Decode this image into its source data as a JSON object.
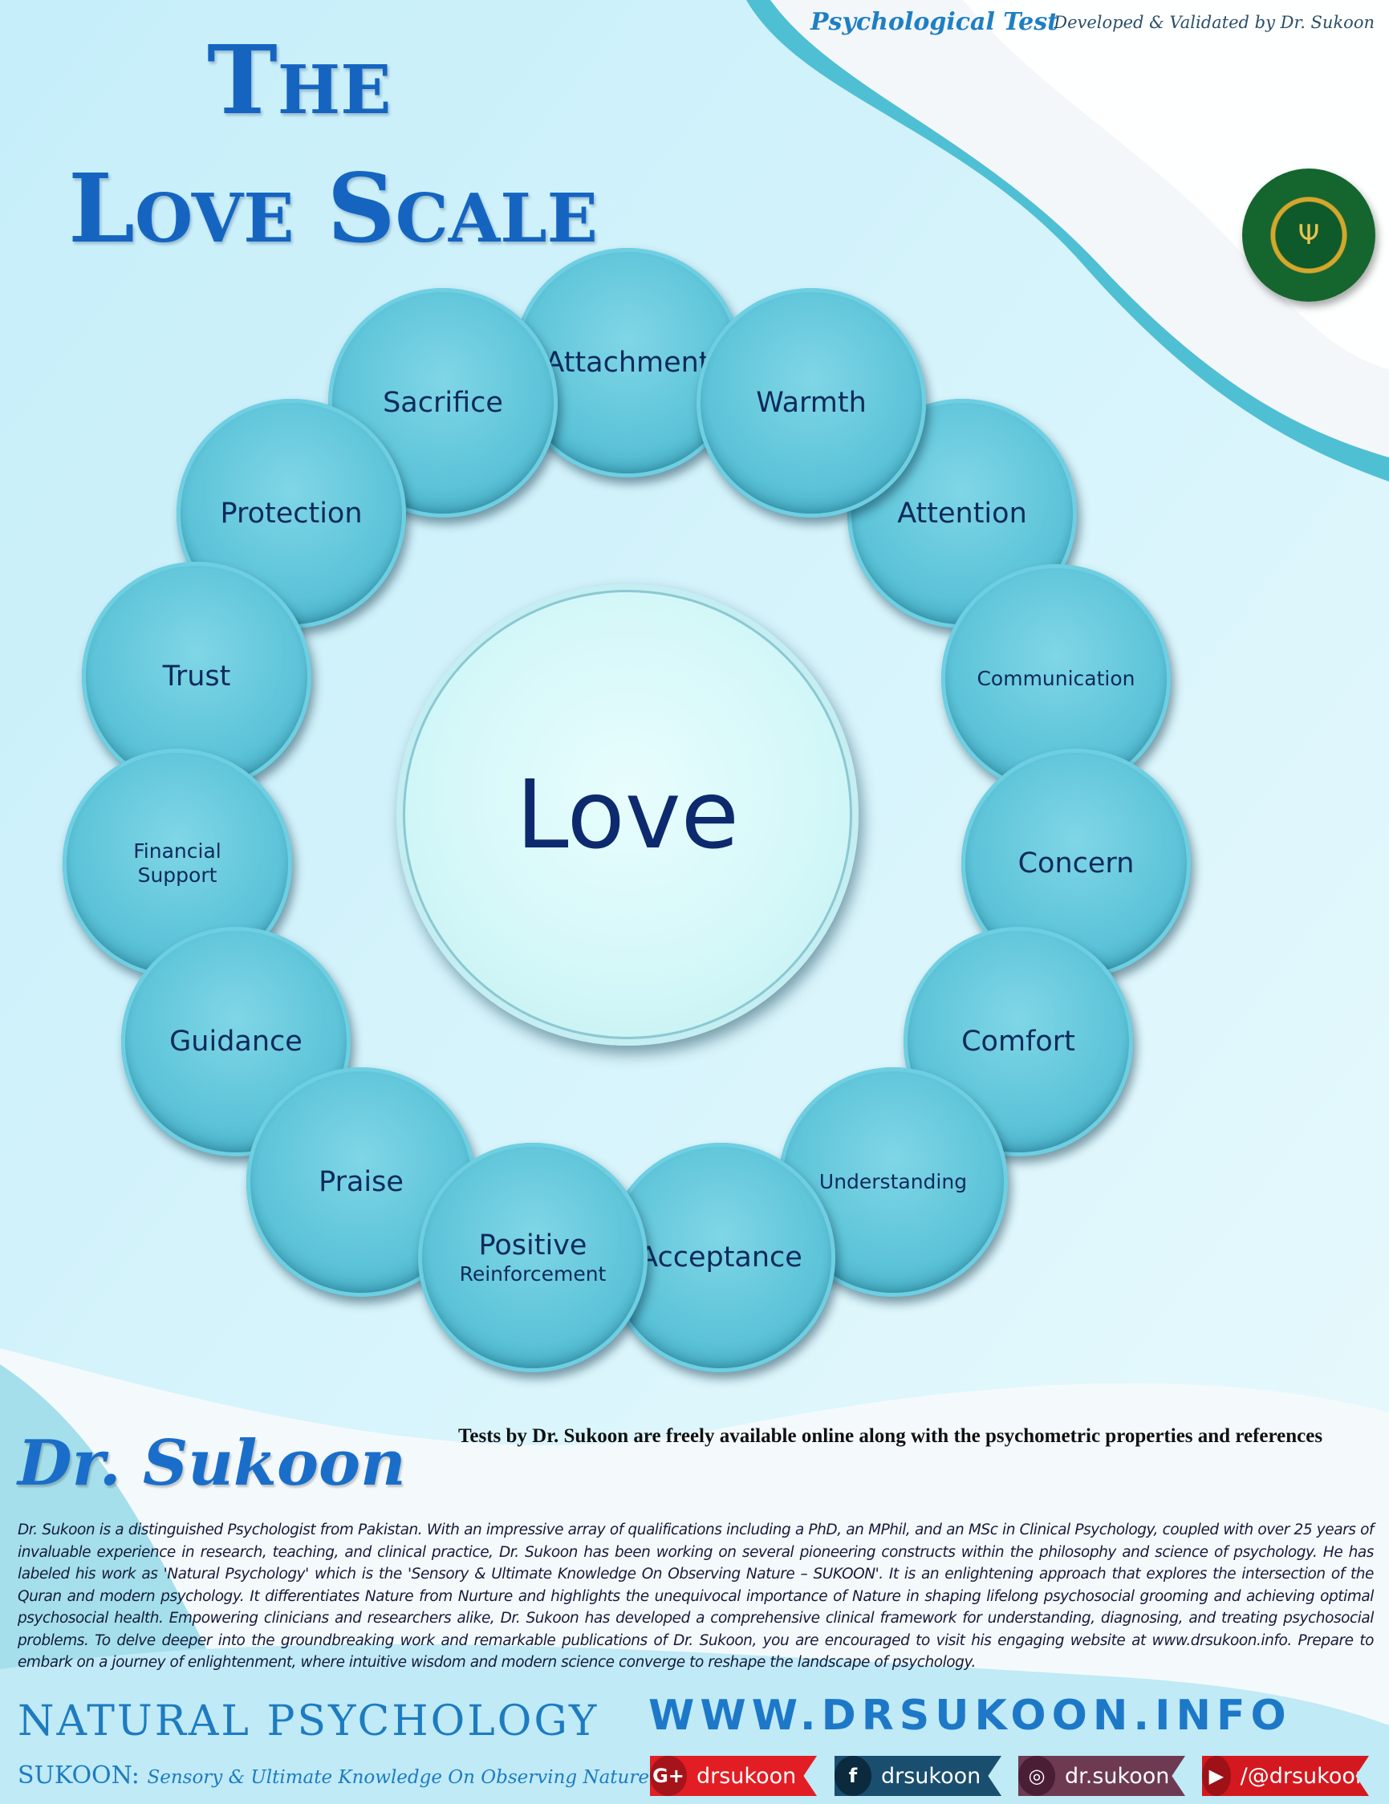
{
  "header": {
    "test_label": "Psychological Test",
    "credit": "Developed & Validated by Dr. Sukoon"
  },
  "title": {
    "line1": "The",
    "line2": "Love Scale"
  },
  "badge": {
    "icon": "emblem-seal"
  },
  "diagram": {
    "center": "Love",
    "nodes": [
      {
        "label": "Attachment"
      },
      {
        "label": "Warmth"
      },
      {
        "label": "Sacrifice"
      },
      {
        "label": "Attention"
      },
      {
        "label": "Protection"
      },
      {
        "label": "Communication"
      },
      {
        "label": "Trust"
      },
      {
        "label": "Concern"
      },
      {
        "label": "Financial Support"
      },
      {
        "label": "Comfort"
      },
      {
        "label": "Guidance"
      },
      {
        "label": "Understanding"
      },
      {
        "label": "Praise"
      },
      {
        "label": "Acceptance"
      },
      {
        "label": "Positive",
        "sub": "Reinforcement"
      }
    ]
  },
  "availability_note": "Tests by Dr. Sukoon are freely available online along with the psychometric properties and references",
  "author": {
    "name": "Dr. Sukoon",
    "bio": "Dr. Sukoon is a distinguished Psychologist from Pakistan. With an impressive array of qualifications including a PhD, an MPhil, and an MSc in Clinical Psychology, coupled with over 25 years of invaluable experience in research, teaching, and clinical practice, Dr. Sukoon has been working on several pioneering constructs within the philosophy and science of psychology. He has labeled his work as 'Natural Psychology' which is the 'Sensory & Ultimate Knowledge On Observing Nature – SUKOON'. It is an enlightening approach that explores the intersection of the Quran and modern psychology. It differentiates Nature from Nurture and highlights the unequivocal importance of Nature in shaping lifelong psychosocial grooming and achieving optimal psychosocial health.   Empowering clinicians and researchers alike, Dr. Sukoon has developed a comprehensive clinical framework for understanding, diagnosing, and treating psychosocial problems. To delve deeper into the groundbreaking work and remarkable publications of Dr. Sukoon, you are encouraged to visit his engaging website at www.drsukoon.info. Prepare to embark on a journey of enlightenment, where intuitive wisdom and modern science converge to reshape the landscape of psychology."
  },
  "footer": {
    "brand": "NATURAL PSYCHOLOGY",
    "tagline_prefix": "SUKOON:",
    "tagline": "Sensory & Ultimate Knowledge On Observing Nature",
    "website": "WWW.DRSUKOON.INFO",
    "social": [
      {
        "icon": "google-plus-icon",
        "glyph": "G+",
        "handle": "drsukoon",
        "color": "#e21d24",
        "icon_color": "#a5141a"
      },
      {
        "icon": "facebook-icon",
        "glyph": "f",
        "handle": "drsukoon",
        "color": "#1a4e6e",
        "icon_color": "#0b2a3e"
      },
      {
        "icon": "instagram-icon",
        "glyph": "◎",
        "handle": "dr.sukoon",
        "color": "#6d3a52",
        "icon_color": "#4a1f35"
      },
      {
        "icon": "youtube-icon",
        "glyph": "▶",
        "handle": "/@drsukoon",
        "color": "#d4181f",
        "icon_color": "#9e1117"
      }
    ]
  }
}
